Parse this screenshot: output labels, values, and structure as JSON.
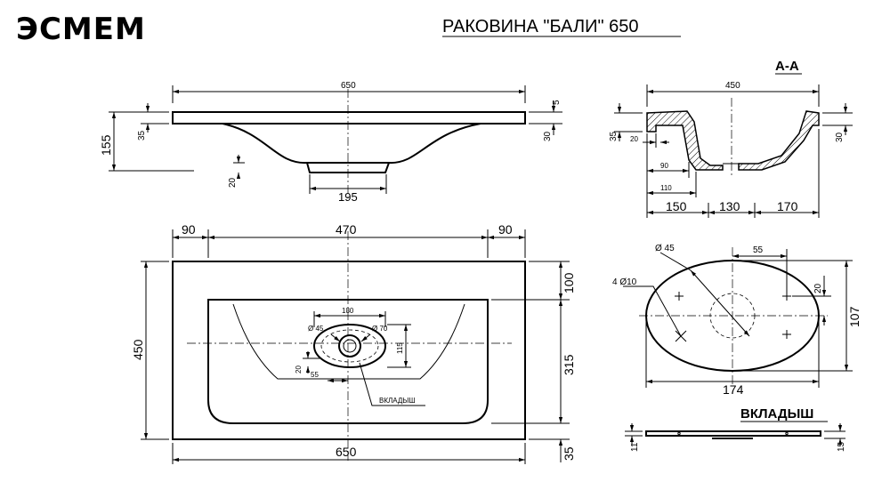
{
  "logo": "ЭСМЕМ",
  "title": "РАКОВИНА \"БАЛИ\" 650",
  "section_label": "А-А",
  "insert_heading": "ВКЛАДЫШ",
  "insert_label": "ВКЛАДЫШ",
  "front": {
    "width": "650",
    "height": "155",
    "slab": "35",
    "edge_right": "30",
    "edge_top": "5",
    "drain": "195",
    "step": "20"
  },
  "top": {
    "left": "90",
    "middle": "470",
    "right": "90",
    "depth": "450",
    "width": "650",
    "right_top": "100",
    "right_mid": "315",
    "right_bot": "35",
    "hole_span": "180",
    "d45": "Ø 45",
    "d70": "Ø 70",
    "h115": "115",
    "off20": "20",
    "off55": "55"
  },
  "section": {
    "width": "450",
    "slab": "35",
    "edge": "30",
    "lip": "20",
    "off90": "90",
    "off110": "110",
    "w150": "150",
    "w130": "130",
    "w170": "170"
  },
  "insert": {
    "d45": "Ø 45",
    "holes": "4 Ø10",
    "w55": "55",
    "h20": "20",
    "h107": "107",
    "w174": "174",
    "t11": "11",
    "t15": "15"
  }
}
